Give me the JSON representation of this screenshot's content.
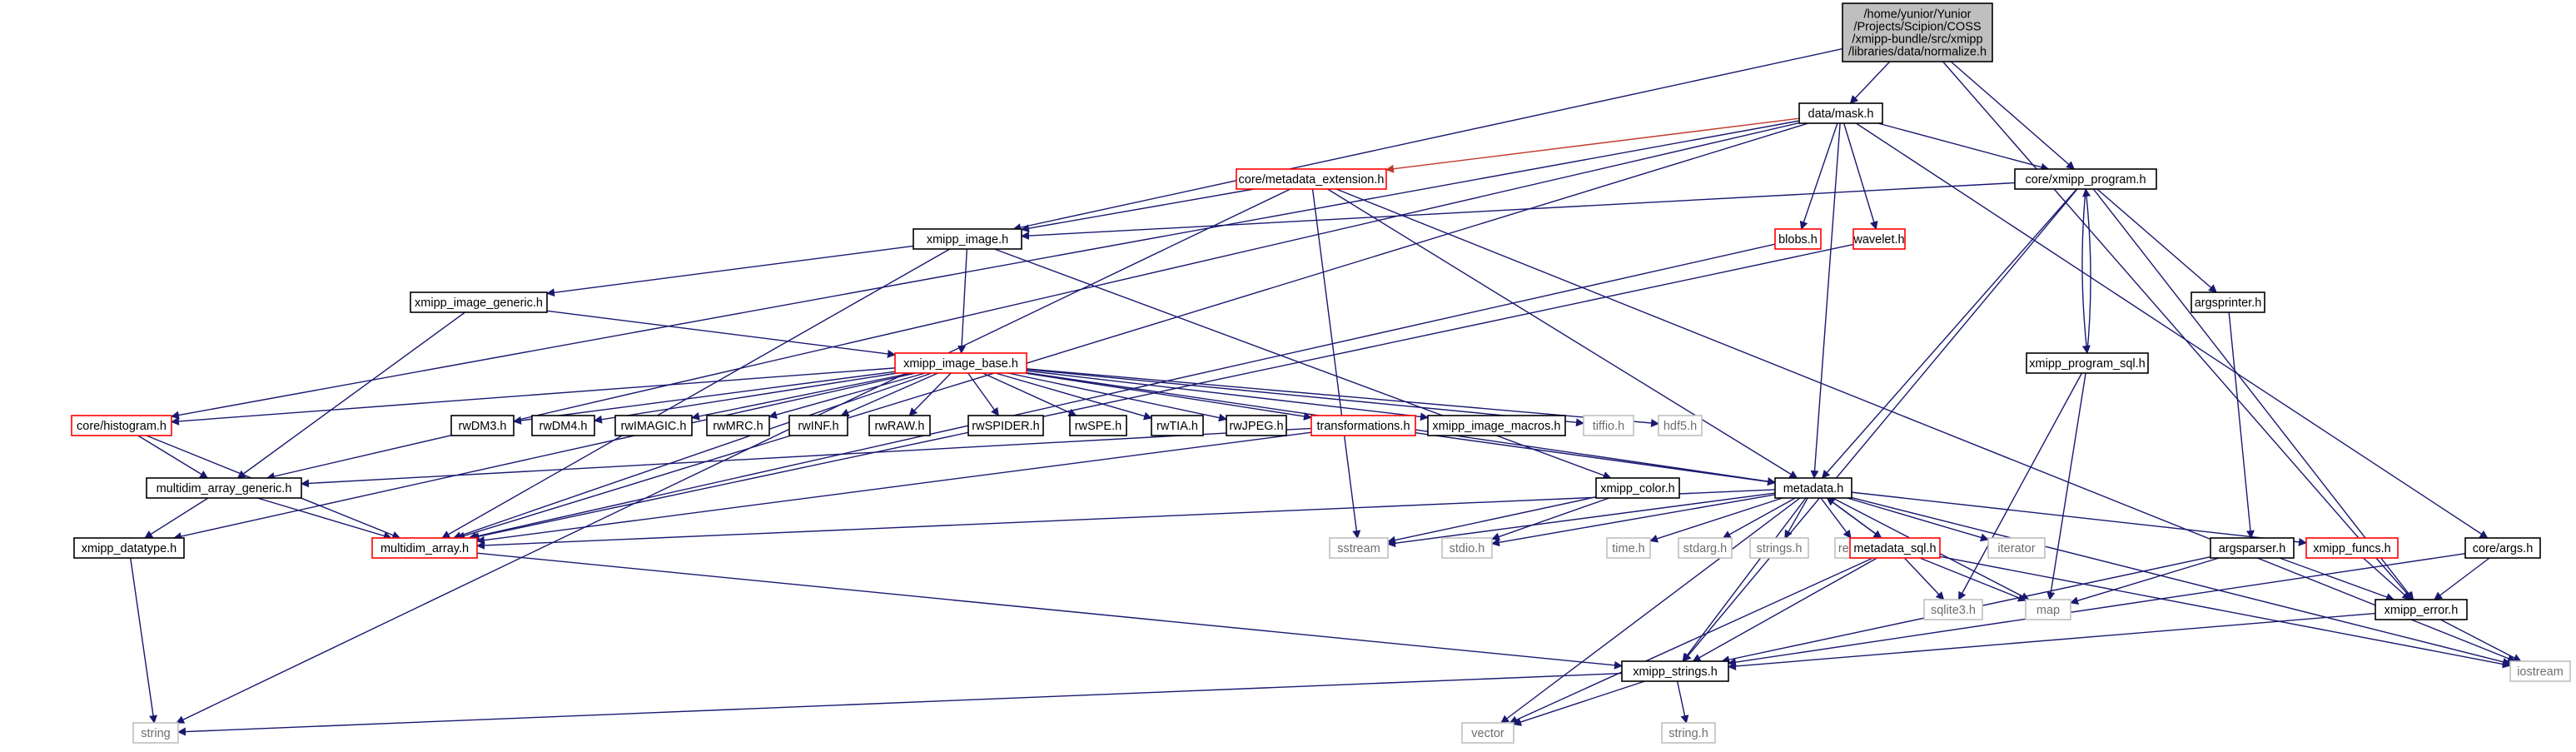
{
  "colors": {
    "edge": "#191970",
    "edge_red": "#c0392b",
    "box_normal": "#000000",
    "box_red": "#ff0000",
    "box_ghost": "#bfbfbf",
    "root_fill": "#bfbfbf"
  },
  "nodes": [
    {
      "id": "root",
      "label": "/home/yunior/Yunior\n/Projects/Scipion/COSS\n/xmipp-bundle/src/xmipp\n/libraries/data/normalize.h",
      "style": "root"
    },
    {
      "id": "mask",
      "label": "data/mask.h",
      "style": "normal"
    },
    {
      "id": "core_prog",
      "label": "core/xmipp_program.h",
      "style": "normal"
    },
    {
      "id": "meta_ext",
      "label": "core/metadata_extension.h",
      "style": "red"
    },
    {
      "id": "img",
      "label": "xmipp_image.h",
      "style": "normal"
    },
    {
      "id": "blobs",
      "label": "blobs.h",
      "style": "red"
    },
    {
      "id": "wavelet",
      "label": "wavelet.h",
      "style": "red"
    },
    {
      "id": "argsprinter",
      "label": "argsprinter.h",
      "style": "normal"
    },
    {
      "id": "img_generic",
      "label": "xmipp_image_generic.h",
      "style": "normal"
    },
    {
      "id": "img_base",
      "label": "xmipp_image_base.h",
      "style": "red"
    },
    {
      "id": "prog_sql",
      "label": "xmipp_program_sql.h",
      "style": "normal"
    },
    {
      "id": "histogram",
      "label": "core/histogram.h",
      "style": "red"
    },
    {
      "id": "rwDM3",
      "label": "rwDM3.h",
      "style": "normal"
    },
    {
      "id": "rwDM4",
      "label": "rwDM4.h",
      "style": "normal"
    },
    {
      "id": "rwIMAGIC",
      "label": "rwIMAGIC.h",
      "style": "normal"
    },
    {
      "id": "rwMRC",
      "label": "rwMRC.h",
      "style": "normal"
    },
    {
      "id": "rwINF",
      "label": "rwINF.h",
      "style": "normal"
    },
    {
      "id": "rwRAW",
      "label": "rwRAW.h",
      "style": "normal"
    },
    {
      "id": "rwSPIDER",
      "label": "rwSPIDER.h",
      "style": "normal"
    },
    {
      "id": "rwSPE",
      "label": "rwSPE.h",
      "style": "normal"
    },
    {
      "id": "rwTIA",
      "label": "rwTIA.h",
      "style": "normal"
    },
    {
      "id": "rwJPEG",
      "label": "rwJPEG.h",
      "style": "normal"
    },
    {
      "id": "transformations",
      "label": "transformations.h",
      "style": "red"
    },
    {
      "id": "img_macros",
      "label": "xmipp_image_macros.h",
      "style": "normal"
    },
    {
      "id": "tiffio",
      "label": "tiffio.h",
      "style": "ghost"
    },
    {
      "id": "hdf5",
      "label": "hdf5.h",
      "style": "ghost"
    },
    {
      "id": "mda_generic",
      "label": "multidim_array_generic.h",
      "style": "normal"
    },
    {
      "id": "color",
      "label": "xmipp_color.h",
      "style": "normal"
    },
    {
      "id": "metadata",
      "label": "metadata.h",
      "style": "normal"
    },
    {
      "id": "datatype",
      "label": "xmipp_datatype.h",
      "style": "normal"
    },
    {
      "id": "mda",
      "label": "multidim_array.h",
      "style": "red"
    },
    {
      "id": "sstream",
      "label": "sstream",
      "style": "ghost"
    },
    {
      "id": "stdio",
      "label": "stdio.h",
      "style": "ghost"
    },
    {
      "id": "time",
      "label": "time.h",
      "style": "ghost"
    },
    {
      "id": "stdarg",
      "label": "stdarg.h",
      "style": "ghost"
    },
    {
      "id": "strings",
      "label": "strings.h",
      "style": "ghost"
    },
    {
      "id": "regex",
      "label": "regex.h",
      "style": "ghost"
    },
    {
      "id": "meta_sql",
      "label": "metadata_sql.h",
      "style": "red"
    },
    {
      "id": "iterator",
      "label": "iterator",
      "style": "ghost"
    },
    {
      "id": "funcs",
      "label": "xmipp_funcs.h",
      "style": "red"
    },
    {
      "id": "argsparser",
      "label": "argsparser.h",
      "style": "normal"
    },
    {
      "id": "coreargs",
      "label": "core/args.h",
      "style": "normal"
    },
    {
      "id": "sqlite3",
      "label": "sqlite3.h",
      "style": "ghost"
    },
    {
      "id": "map",
      "label": "map",
      "style": "ghost"
    },
    {
      "id": "error",
      "label": "xmipp_error.h",
      "style": "normal"
    },
    {
      "id": "strings_h",
      "label": "xmipp_strings.h",
      "style": "normal"
    },
    {
      "id": "iostream",
      "label": "iostream",
      "style": "ghost"
    },
    {
      "id": "string",
      "label": "string",
      "style": "ghost"
    },
    {
      "id": "vector",
      "label": "vector",
      "style": "ghost"
    },
    {
      "id": "string_h",
      "label": "string.h",
      "style": "ghost"
    }
  ],
  "edges": [
    [
      "root",
      "mask"
    ],
    [
      "root",
      "core_prog"
    ],
    [
      "root",
      "img"
    ],
    [
      "root",
      "error"
    ],
    [
      "mask",
      "meta_ext"
    ],
    [
      "mask",
      "core_prog"
    ],
    [
      "mask",
      "blobs"
    ],
    [
      "mask",
      "wavelet"
    ],
    [
      "mask",
      "metadata"
    ],
    [
      "mask",
      "histogram"
    ],
    [
      "mask",
      "mda_generic"
    ],
    [
      "mask",
      "mda"
    ],
    [
      "mask",
      "coreargs"
    ],
    [
      "meta_ext",
      "img"
    ],
    [
      "meta_ext",
      "metadata"
    ],
    [
      "meta_ext",
      "string"
    ],
    [
      "meta_ext",
      "iostream"
    ],
    [
      "meta_ext",
      "sstream"
    ],
    [
      "core_prog",
      "img"
    ],
    [
      "core_prog",
      "argsprinter"
    ],
    [
      "core_prog",
      "prog_sql"
    ],
    [
      "core_prog",
      "metadata"
    ],
    [
      "core_prog",
      "error"
    ],
    [
      "core_prog",
      "strings_h"
    ],
    [
      "prog_sql",
      "core_prog"
    ],
    [
      "prog_sql",
      "sqlite3"
    ],
    [
      "prog_sql",
      "map"
    ],
    [
      "img",
      "img_generic"
    ],
    [
      "img",
      "img_base"
    ],
    [
      "img",
      "color"
    ],
    [
      "img",
      "mda"
    ],
    [
      "img_generic",
      "img_base"
    ],
    [
      "img_generic",
      "mda_generic"
    ],
    [
      "img_base",
      "histogram"
    ],
    [
      "img_base",
      "datatype"
    ],
    [
      "img_base",
      "mda"
    ],
    [
      "img_base",
      "rwDM3"
    ],
    [
      "img_base",
      "rwDM4"
    ],
    [
      "img_base",
      "rwIMAGIC"
    ],
    [
      "img_base",
      "rwMRC"
    ],
    [
      "img_base",
      "rwINF"
    ],
    [
      "img_base",
      "rwRAW"
    ],
    [
      "img_base",
      "rwSPIDER"
    ],
    [
      "img_base",
      "rwSPE"
    ],
    [
      "img_base",
      "rwTIA"
    ],
    [
      "img_base",
      "rwJPEG"
    ],
    [
      "img_base",
      "transformations"
    ],
    [
      "img_base",
      "img_macros"
    ],
    [
      "img_base",
      "tiffio"
    ],
    [
      "img_base",
      "hdf5"
    ],
    [
      "img_base",
      "metadata"
    ],
    [
      "blobs",
      "mda"
    ],
    [
      "wavelet",
      "mda"
    ],
    [
      "argsprinter",
      "argsparser"
    ],
    [
      "histogram",
      "mda_generic"
    ],
    [
      "histogram",
      "mda"
    ],
    [
      "transformations",
      "mda_generic"
    ],
    [
      "transformations",
      "mda"
    ],
    [
      "transformations",
      "metadata"
    ],
    [
      "mda_generic",
      "datatype"
    ],
    [
      "mda_generic",
      "mda"
    ],
    [
      "color",
      "stdio"
    ],
    [
      "color",
      "sstream"
    ],
    [
      "metadata",
      "sstream"
    ],
    [
      "metadata",
      "stdio"
    ],
    [
      "metadata",
      "time"
    ],
    [
      "metadata",
      "stdarg"
    ],
    [
      "metadata",
      "strings"
    ],
    [
      "metadata",
      "regex"
    ],
    [
      "metadata",
      "meta_sql"
    ],
    [
      "metadata",
      "iterator"
    ],
    [
      "metadata",
      "funcs"
    ],
    [
      "metadata",
      "map"
    ],
    [
      "metadata",
      "vector"
    ],
    [
      "metadata",
      "strings_h"
    ],
    [
      "metadata",
      "iostream"
    ],
    [
      "metadata",
      "mda"
    ],
    [
      "meta_sql",
      "metadata"
    ],
    [
      "meta_sql",
      "sqlite3"
    ],
    [
      "meta_sql",
      "map"
    ],
    [
      "meta_sql",
      "vector"
    ],
    [
      "meta_sql",
      "strings_h"
    ],
    [
      "meta_sql",
      "iostream"
    ],
    [
      "funcs",
      "error"
    ],
    [
      "argsparser",
      "map"
    ],
    [
      "argsparser",
      "error"
    ],
    [
      "argsparser",
      "strings_h"
    ],
    [
      "coreargs",
      "error"
    ],
    [
      "coreargs",
      "strings_h"
    ],
    [
      "error",
      "iostream"
    ],
    [
      "error",
      "strings_h"
    ],
    [
      "mda",
      "strings_h"
    ],
    [
      "datatype",
      "string"
    ],
    [
      "strings_h",
      "string"
    ],
    [
      "strings_h",
      "vector"
    ],
    [
      "strings_h",
      "string_h"
    ]
  ]
}
